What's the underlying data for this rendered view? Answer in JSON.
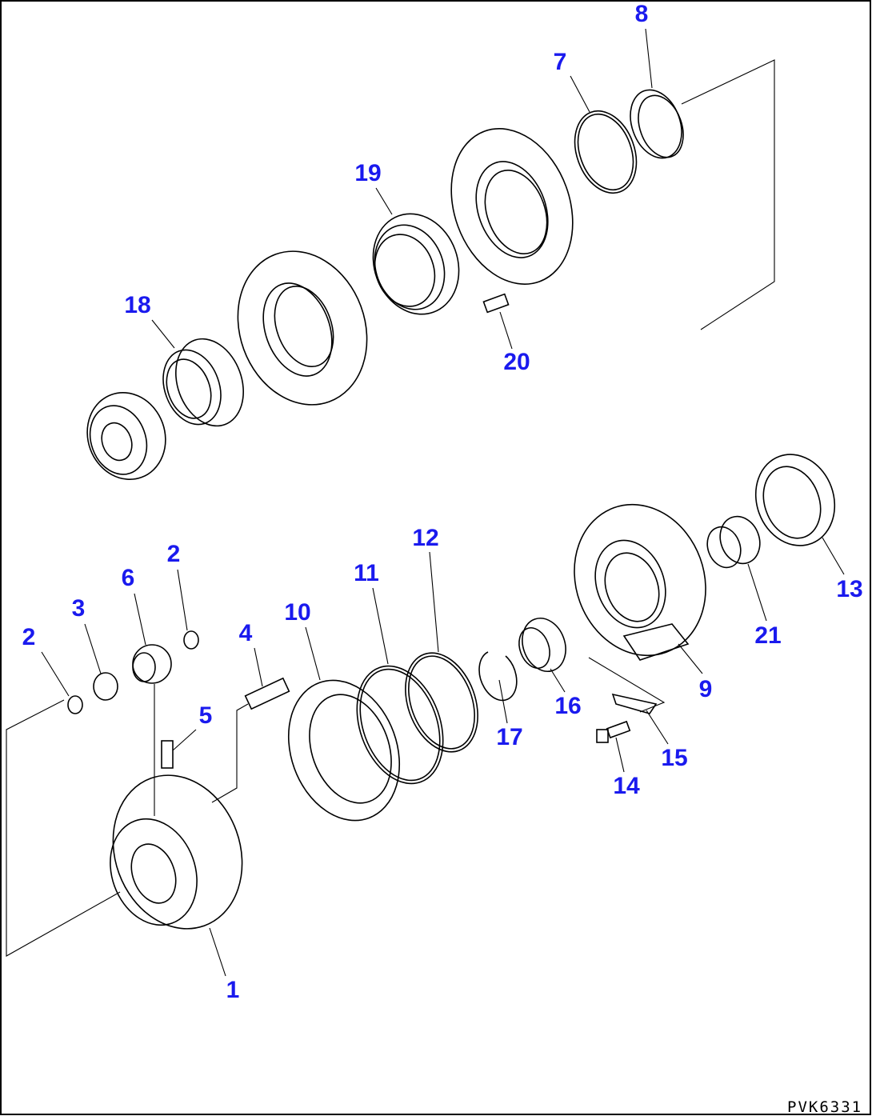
{
  "diagram": {
    "drawing_code": "PVK6331",
    "label_color": "#1a1aee",
    "callouts": [
      {
        "id": "c8",
        "number": "8"
      },
      {
        "id": "c7",
        "number": "7"
      },
      {
        "id": "c19",
        "number": "19"
      },
      {
        "id": "c18",
        "number": "18"
      },
      {
        "id": "c20",
        "number": "20"
      },
      {
        "id": "c12",
        "number": "12"
      },
      {
        "id": "c11",
        "number": "11"
      },
      {
        "id": "c2a",
        "number": "2"
      },
      {
        "id": "c6",
        "number": "6"
      },
      {
        "id": "c3",
        "number": "3"
      },
      {
        "id": "c4",
        "number": "4"
      },
      {
        "id": "c10",
        "number": "10"
      },
      {
        "id": "c2b",
        "number": "2"
      },
      {
        "id": "c13",
        "number": "13"
      },
      {
        "id": "c21",
        "number": "21"
      },
      {
        "id": "c9",
        "number": "9"
      },
      {
        "id": "c16",
        "number": "16"
      },
      {
        "id": "c17",
        "number": "17"
      },
      {
        "id": "c15",
        "number": "15"
      },
      {
        "id": "c5",
        "number": "5"
      },
      {
        "id": "c14",
        "number": "14"
      },
      {
        "id": "c1",
        "number": "1"
      }
    ]
  }
}
